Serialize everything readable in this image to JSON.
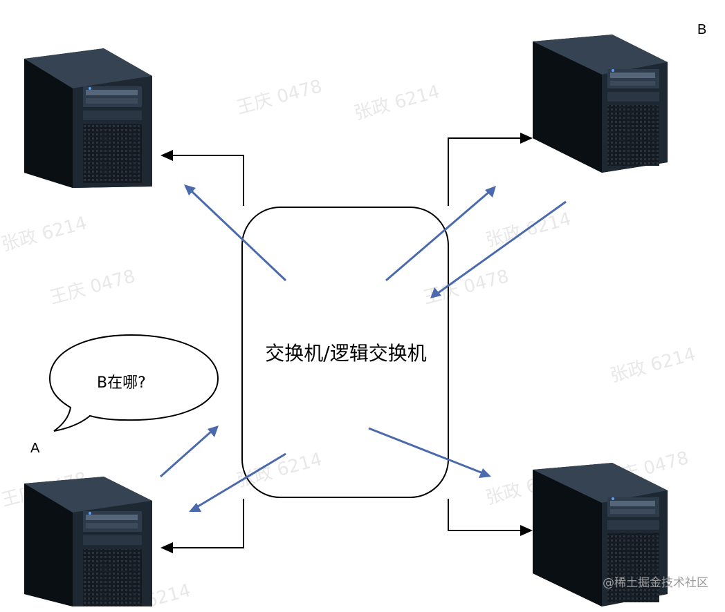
{
  "switch": {
    "label": "交换机/逻辑交换机"
  },
  "bubble": {
    "text": "B在哪?"
  },
  "labels": {
    "a": "A",
    "b": "B"
  },
  "watermarks": [
    "王庆 0478",
    "张政 6214",
    "张政 6214",
    "王庆 0478",
    "张政 6214",
    "王庆 0478",
    "张政 6214",
    "张政 6214",
    "张政 6214",
    "王庆 0478",
    "张政 6214",
    "王庆 0478",
    "6214"
  ],
  "footer": {
    "text": "@稀土掘金技术社区"
  },
  "colors": {
    "blue_arrow": "#4a6aad",
    "black_arrow": "#000000",
    "server_dark": "#1c2530"
  }
}
